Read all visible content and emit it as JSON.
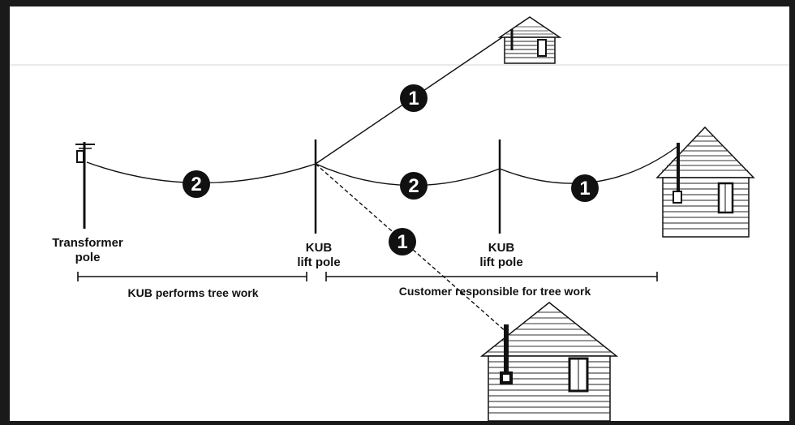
{
  "labels": {
    "transformer_line1": "Transformer",
    "transformer_line2": "pole",
    "lift_pole_1_line1": "KUB",
    "lift_pole_1_line2": "lift pole",
    "lift_pole_2_line1": "KUB",
    "lift_pole_2_line2": "lift pole",
    "kub_work": "KUB performs tree work",
    "customer_work": "Customer responsible for tree work"
  },
  "badges": {
    "top_service": "1",
    "primary_span": "2",
    "secondary_span": "2",
    "right_service": "1",
    "bottom_service": "1"
  },
  "colors": {
    "ink": "#111111",
    "frame": "#1a1a1a",
    "background": "#ffffff"
  }
}
